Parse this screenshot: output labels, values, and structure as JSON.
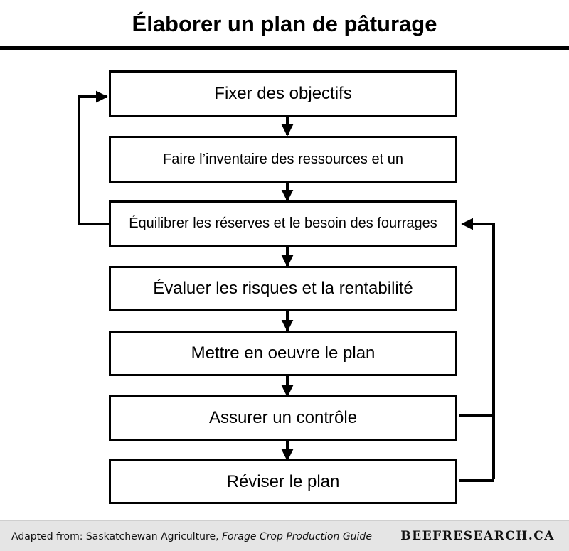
{
  "title": "Élaborer un plan de pâturage",
  "steps": [
    {
      "label": "Fixer des objectifs"
    },
    {
      "label": "Faire l’inventaire des ressources et un"
    },
    {
      "label": "Équilibrer les réserves et le besoin des fourrages"
    },
    {
      "label": "Évaluer les risques et la rentabilité"
    },
    {
      "label": "Mettre en oeuvre le plan"
    },
    {
      "label": "Assurer un contrôle"
    },
    {
      "label": "Réviser le plan"
    }
  ],
  "footer": {
    "credit_prefix": "Adapted from: Saskatchewan Agriculture, ",
    "credit_source": "Forage Crop Production Guide",
    "brand": "BEEFRESEARCH.CA"
  }
}
